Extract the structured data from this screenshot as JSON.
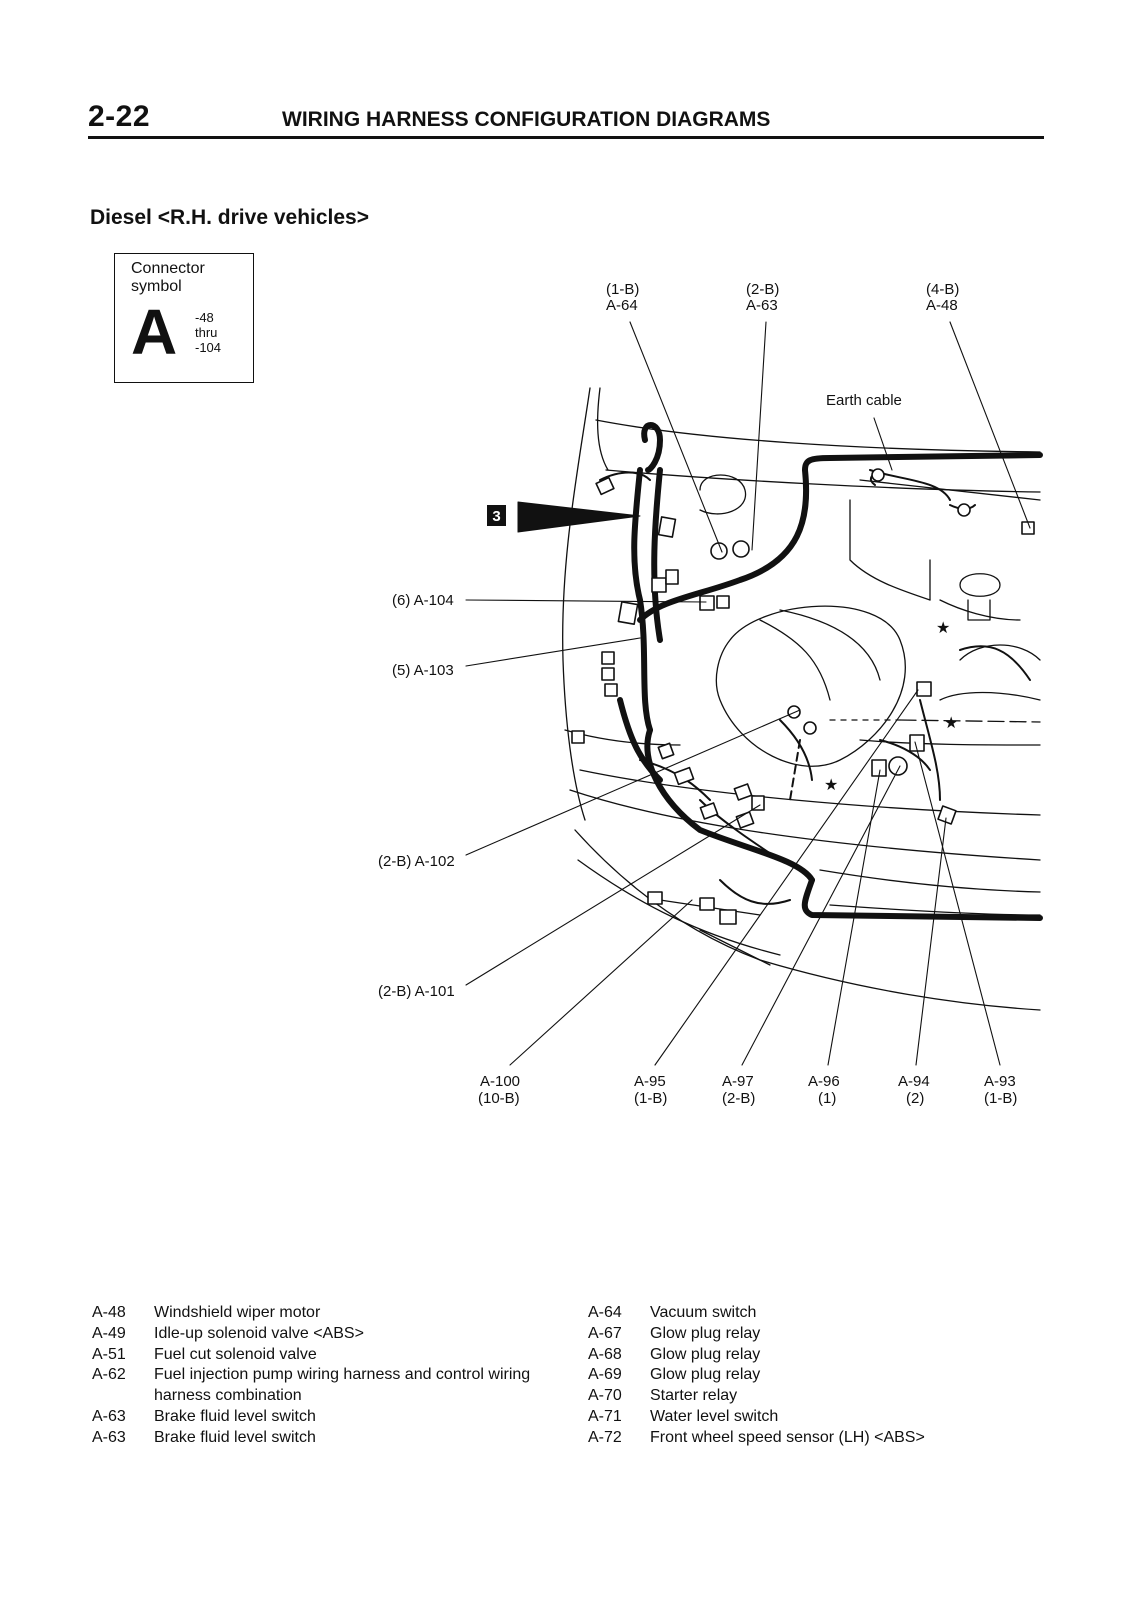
{
  "header": {
    "page_number": "2-22",
    "title": "WIRING HARNESS CONFIGURATION DIAGRAMS"
  },
  "section_title": "Diesel <R.H. drive vehicles>",
  "connector_symbol": {
    "title": "Connector symbol",
    "letter": "A",
    "range_from": "-48",
    "range_word": "thru",
    "range_to": "-104"
  },
  "diagram": {
    "section_marker": "3",
    "earth_cable": "Earth cable",
    "top_labels": [
      {
        "pos": "(1-B)",
        "code": "A-64"
      },
      {
        "pos": "(2-B)",
        "code": "A-63"
      },
      {
        "pos": "(4-B)",
        "code": "A-48"
      }
    ],
    "left_labels": [
      "(6) A-104",
      "(5) A-103",
      "(2-B) A-102",
      "(2-B) A-101"
    ],
    "bottom_labels": [
      {
        "code": "A-100",
        "pos": "(10-B)"
      },
      {
        "code": "A-95",
        "pos": "(1-B)"
      },
      {
        "code": "A-97",
        "pos": "(2-B)"
      },
      {
        "code": "A-96",
        "pos": "(1)"
      },
      {
        "code": "A-94",
        "pos": "(2)"
      },
      {
        "code": "A-93",
        "pos": "(1-B)"
      }
    ],
    "star": "★"
  },
  "legend_left": [
    {
      "code": "A-48",
      "text": "Windshield wiper motor"
    },
    {
      "code": "A-49",
      "text": "Idle-up solenoid valve <ABS>"
    },
    {
      "code": "A-51",
      "text": "Fuel cut solenoid valve"
    },
    {
      "code": "A-62",
      "text": "Fuel injection pump wiring harness and control wiring harness combination"
    },
    {
      "code": "A-63",
      "text": "Brake fluid level switch"
    },
    {
      "code": "A-63",
      "text": "Brake fluid level switch"
    }
  ],
  "legend_right": [
    {
      "code": "A-64",
      "text": "Vacuum switch"
    },
    {
      "code": "A-67",
      "text": "Glow plug relay"
    },
    {
      "code": "A-68",
      "text": "Glow plug relay"
    },
    {
      "code": "A-69",
      "text": "Glow plug relay"
    },
    {
      "code": "A-70",
      "text": "Starter relay"
    },
    {
      "code": "A-71",
      "text": "Water level switch"
    },
    {
      "code": "A-72",
      "text": "Front wheel speed sensor (LH) <ABS>"
    }
  ]
}
